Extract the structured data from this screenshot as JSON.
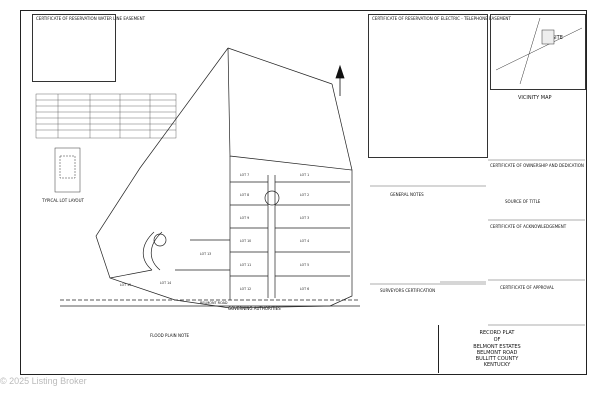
{
  "cert_reservation_water": "CERTIFICATE OF RESERVATION WATER LINE EASEMENT",
  "cert_reservation_electric": "CERTIFICATE OF RESERVATION OF ELECTRIC - TELEPHONE EASEMENT",
  "vicinity_map": "VICINITY MAP",
  "site_label": "SITE",
  "cert_ownership": "CERTIFICATE OF OWNERSHIP AND DEDICATION",
  "source_of_title": "SOURCE OF TITLE",
  "cert_acknowledgement": "CERTIFICATE OF ACKNOWLEDGEMENT",
  "cert_approval": "CERTIFICATE OF APPROVAL",
  "general_notes": "GENERAL NOTES",
  "surveyors_cert": "SURVEYORS CERTIFICATION",
  "governing_authorities": "GOVERNING AUTHORITIES",
  "flood_plain_note": "FLOOD PLAIN NOTE",
  "typical_lot_layout": "TYPICAL LOT LAYOUT",
  "road_label": "BELMONT ROAD",
  "title_block": {
    "line1": "RECORD PLAT",
    "line2": "OF",
    "line3": "BELMONT ESTATES",
    "line4": "BELMONT ROAD",
    "line5": "BULLITT COUNTY",
    "line6": "KENTUCKY"
  },
  "watermark": "© 2025 Listing Broker",
  "lots": [
    "LOT 1",
    "LOT 2",
    "LOT 3",
    "LOT 4",
    "LOT 5",
    "LOT 6",
    "LOT 7",
    "LOT 8",
    "LOT 9",
    "LOT 10",
    "LOT 11",
    "LOT 12",
    "LOT 13",
    "LOT 14",
    "LOT 15"
  ],
  "colors": {
    "line": "#222222",
    "paper": "#ffffff",
    "watermark": "#bbbbbb"
  }
}
